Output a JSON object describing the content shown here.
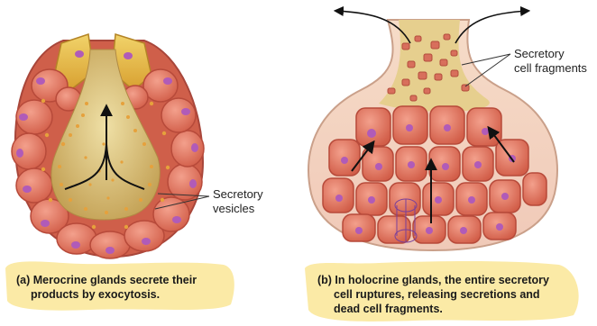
{
  "panel_a": {
    "label_line1": "Secretory",
    "label_line2": "vesicles",
    "caption_line1": "(a) Merocrine glands secrete their",
    "caption_line2": "products by exocytosis."
  },
  "panel_b": {
    "label_line1": "Secretory",
    "label_line2": "cell fragments",
    "caption_line1": "(b) In holocrine glands, the entire secretory",
    "caption_line2": "cell ruptures, releasing secretions and",
    "caption_line3": "dead cell fragments."
  },
  "colors": {
    "cell_fill": "#e0705c",
    "cell_stroke": "#b74a3a",
    "nucleus": "#b05bb8",
    "lumen": "#c9a85c",
    "vesicle": "#e6a13c",
    "duct_cells": "#e8b53a",
    "caption_bg": "#fbeaa6"
  }
}
